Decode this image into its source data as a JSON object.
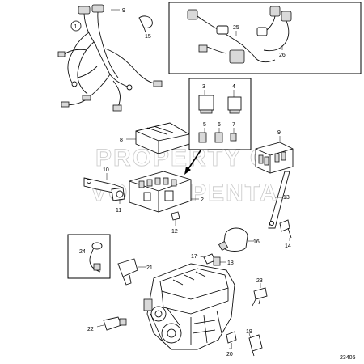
{
  "callouts": {
    "c1": "1",
    "c2": "2",
    "c3": "3",
    "c4": "4",
    "c5": "5",
    "c6": "6",
    "c7": "7",
    "c8": "8",
    "c9a": "9",
    "c9b": "9",
    "c10": "10",
    "c11": "11",
    "c12": "12",
    "c13": "13",
    "c14": "14",
    "c15": "15",
    "c16": "16",
    "c17": "17",
    "c18": "18",
    "c19": "19",
    "c20": "20",
    "c21": "21",
    "c22": "22",
    "c23": "23",
    "c24": "24",
    "c25": "25",
    "c26": "26"
  },
  "watermark": {
    "line1": "PROPERTY OF",
    "line2": "VOLVO PENTA"
  },
  "figure_number": "23405"
}
